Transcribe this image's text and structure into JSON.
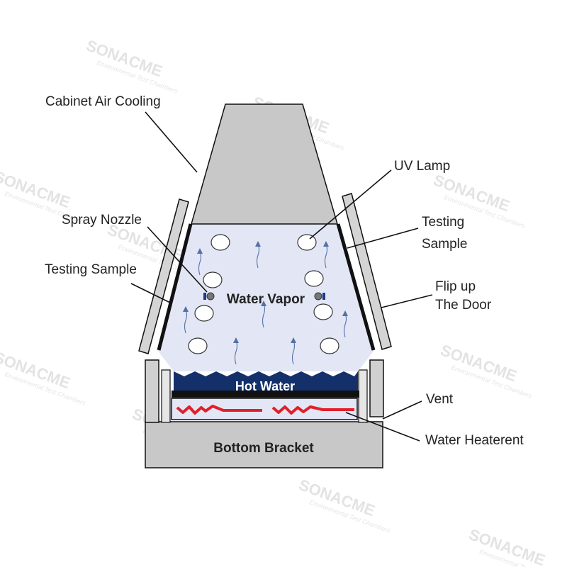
{
  "watermark": {
    "brand": "SONACME",
    "tagline": "Environmental Test Chambers"
  },
  "labels": {
    "cabinet_air_cooling": "Cabinet Air Cooling",
    "uv_lamp": "UV Lamp",
    "spray_nozzle": "Spray Nozzle",
    "testing_sample_right_line1": "Testing",
    "testing_sample_right_line2": "Sample",
    "testing_sample_left": "Testing Sample",
    "flip_up_door_line1": "Flip up",
    "flip_up_door_line2": "The Door",
    "vent": "Vent",
    "water_heater": "Water Heaterent"
  },
  "inner_text": {
    "water_vapor": "Water Vapor",
    "hot_water": "Hot Water",
    "bottom_bracket": "Bottom Bracket"
  },
  "colors": {
    "chamber_fill": "#e3e7f5",
    "hood_fill": "#c8c8c8",
    "hot_water": "#14306b",
    "heater": "#e0202a",
    "arrow": "#5470a8",
    "bracket": "#c8c8c8",
    "outline": "#111111"
  }
}
